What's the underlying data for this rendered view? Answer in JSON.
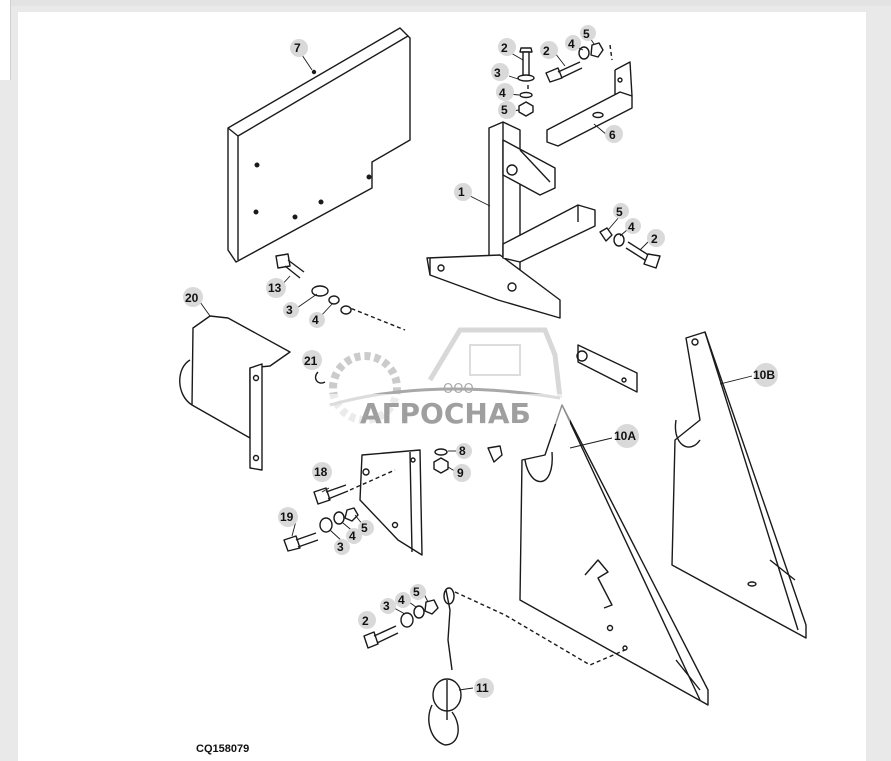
{
  "figure_id": "CQ158079",
  "watermark": {
    "company_prefix": "ООО",
    "company_name": "АГРОСНАБ"
  },
  "callouts": {
    "c1": "1",
    "c2a": "2",
    "c2b": "2",
    "c2c": "2",
    "c2d": "2",
    "c3a": "3",
    "c3b": "3",
    "c3c": "3",
    "c3d": "3",
    "c4a": "4",
    "c4b": "4",
    "c4c": "4",
    "c4d": "4",
    "c4e": "4",
    "c5a": "5",
    "c5b": "5",
    "c5c": "5",
    "c5d": "5",
    "c5e": "5",
    "c6": "6",
    "c7": "7",
    "c8": "8",
    "c9": "9",
    "c10a": "10A",
    "c10b": "10B",
    "c11": "11",
    "c13": "13",
    "c18": "18",
    "c19": "19",
    "c20": "20",
    "c21": "21"
  },
  "colors": {
    "line": "#1a1a1a",
    "callout_fill": "#d9d9d9",
    "watermark": "#9a9a9a"
  }
}
